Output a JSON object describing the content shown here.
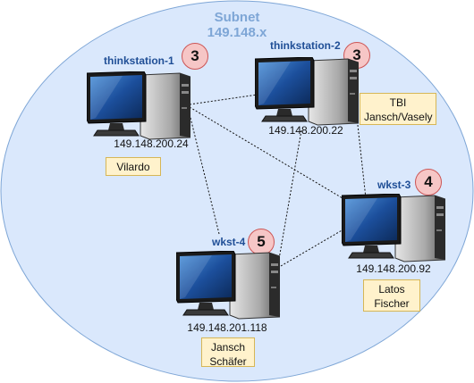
{
  "subnet": {
    "label": "Subnet",
    "address": "149.148.x"
  },
  "colors": {
    "subnet_fill": "#dae8fc",
    "subnet_text": "#7ea6d6",
    "hostname_text": "#1f4e96",
    "badge_fill": "#f6c6c6",
    "note_fill": "#fff2cc"
  },
  "nodes": [
    {
      "hostname": "thinkstation-1",
      "badge": "3",
      "ip": "149.148.200.24",
      "note_lines": [
        "Vilardo"
      ],
      "icon": "desktop-computer-icon"
    },
    {
      "hostname": "thinkstation-2",
      "badge": "3",
      "ip": "149.148.200.22",
      "note_lines": [
        "TBI",
        "Jansch/Vasely"
      ],
      "icon": "desktop-computer-icon"
    },
    {
      "hostname": "wkst-3",
      "badge": "4",
      "ip": "149.148.200.92",
      "note_lines": [
        "Latos",
        "Fischer"
      ],
      "icon": "desktop-computer-icon"
    },
    {
      "hostname": "wkst-4",
      "badge": "5",
      "ip": "149.148.201.118",
      "note_lines": [
        "Jansch",
        "Schäfer"
      ],
      "icon": "desktop-computer-icon"
    }
  ],
  "links": [
    [
      "thinkstation-1",
      "thinkstation-2"
    ],
    [
      "thinkstation-1",
      "wkst-3"
    ],
    [
      "thinkstation-1",
      "wkst-4"
    ],
    [
      "thinkstation-2",
      "wkst-3"
    ],
    [
      "thinkstation-2",
      "wkst-4"
    ],
    [
      "wkst-4",
      "wkst-3"
    ]
  ]
}
